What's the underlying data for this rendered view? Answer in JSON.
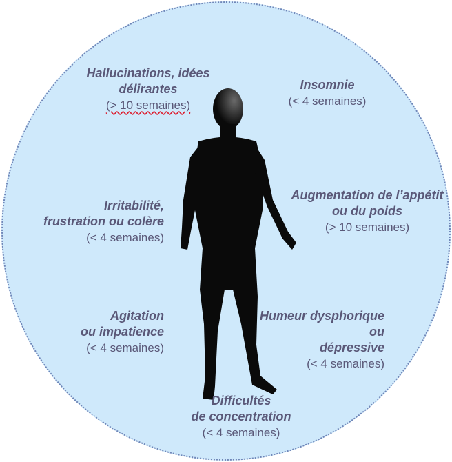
{
  "symptoms": [
    {
      "title1": "Hallucinations, idées",
      "title2": "délirantes",
      "duration": "(> 10 semaines)"
    },
    {
      "title1": "Insomnie",
      "title2": "",
      "duration": "(< 4 semaines)"
    },
    {
      "title1": "Irritabilité,",
      "title2": "frustration ou colère",
      "duration": "(< 4 semaines)"
    },
    {
      "title1": "Augmentation de l’appétit",
      "title2": "ou du poids",
      "duration": "(> 10 semaines)"
    },
    {
      "title1": "Agitation",
      "title2": "ou impatience",
      "duration": "(< 4 semaines)"
    },
    {
      "title1": "Humeur dysphorique",
      "title2": "ou",
      "title3": "dépressive",
      "duration": "(< 4 semaines)"
    },
    {
      "title1": "Difficultés",
      "title2": "de concentration",
      "duration": "(< 4 semaines)"
    }
  ],
  "colors": {
    "circle": "#cfe9fb",
    "border": "#6f86b8",
    "text": "#5a5878",
    "figure": "#0a0a0a"
  }
}
